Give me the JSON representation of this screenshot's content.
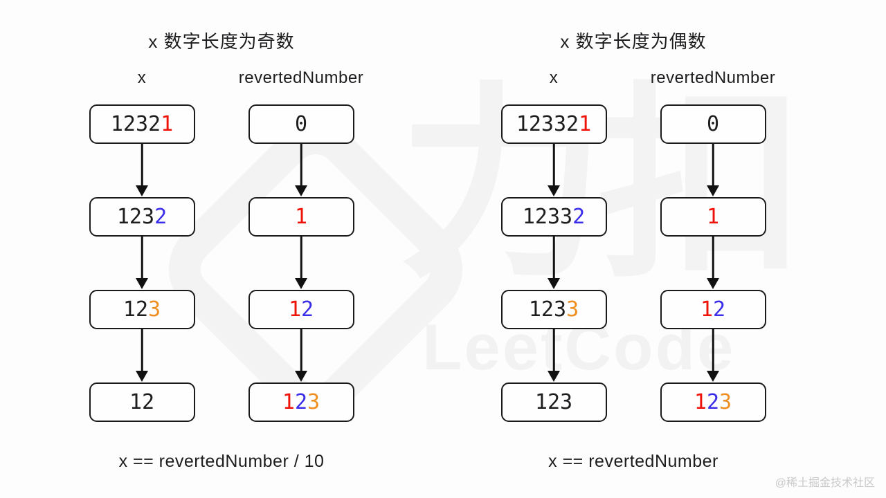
{
  "colors": {
    "black": "#1d1d1f",
    "red": "#ee1208",
    "blue": "#3b2eea",
    "orange": "#ef8f22",
    "box_border": "#1a1a1a",
    "watermark": "#f3f3f3",
    "credit_gray": "#c9c9c9"
  },
  "watermark": {
    "hanzi": "力扣",
    "latin": "LeetCode"
  },
  "credit": "@稀土掘金技术社区",
  "panels": [
    {
      "id": "odd",
      "title": "x 数字长度为奇数",
      "formula": "x == revertedNumber / 10",
      "columns": [
        {
          "header": "x",
          "boxes": [
            [
              {
                "t": "1232",
                "c": "black"
              },
              {
                "t": "1",
                "c": "red"
              }
            ],
            [
              {
                "t": "123",
                "c": "black"
              },
              {
                "t": "2",
                "c": "blue"
              }
            ],
            [
              {
                "t": "12",
                "c": "black"
              },
              {
                "t": "3",
                "c": "orange"
              }
            ],
            [
              {
                "t": "12",
                "c": "black"
              }
            ]
          ]
        },
        {
          "header": "revertedNumber",
          "boxes": [
            [
              {
                "t": "0",
                "c": "black"
              }
            ],
            [
              {
                "t": "1",
                "c": "red"
              }
            ],
            [
              {
                "t": "1",
                "c": "red"
              },
              {
                "t": "2",
                "c": "blue"
              }
            ],
            [
              {
                "t": "1",
                "c": "red"
              },
              {
                "t": "2",
                "c": "blue"
              },
              {
                "t": "3",
                "c": "orange"
              }
            ]
          ]
        }
      ]
    },
    {
      "id": "even",
      "title": "x 数字长度为偶数",
      "formula": "x == revertedNumber",
      "columns": [
        {
          "header": "x",
          "boxes": [
            [
              {
                "t": "12332",
                "c": "black"
              },
              {
                "t": "1",
                "c": "red"
              }
            ],
            [
              {
                "t": "1233",
                "c": "black"
              },
              {
                "t": "2",
                "c": "blue"
              }
            ],
            [
              {
                "t": "123",
                "c": "black"
              },
              {
                "t": "3",
                "c": "orange"
              }
            ],
            [
              {
                "t": "123",
                "c": "black"
              }
            ]
          ]
        },
        {
          "header": "revertedNumber",
          "boxes": [
            [
              {
                "t": "0",
                "c": "black"
              }
            ],
            [
              {
                "t": "1",
                "c": "red"
              }
            ],
            [
              {
                "t": "1",
                "c": "red"
              },
              {
                "t": "2",
                "c": "blue"
              }
            ],
            [
              {
                "t": "1",
                "c": "red"
              },
              {
                "t": "2",
                "c": "blue"
              },
              {
                "t": "3",
                "c": "orange"
              }
            ]
          ]
        }
      ]
    }
  ]
}
